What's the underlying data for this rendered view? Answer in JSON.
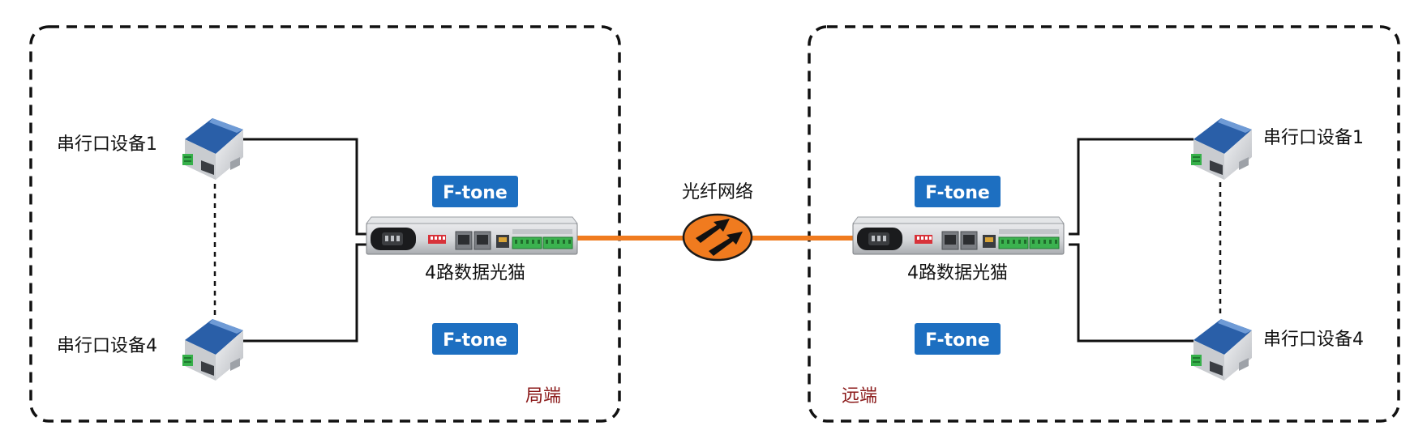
{
  "colors": {
    "fiber": "#f07b1f",
    "brand": "#1d6fc1",
    "site_label": "#8b1a1a",
    "frame": "#111111"
  },
  "network": {
    "label": "光纤网络",
    "icon": "fiber-network-arrows-icon"
  },
  "local_site": {
    "name": "局端",
    "brand_top": "F-tone",
    "brand_bottom": "F-tone",
    "modem_label": "4路数据光猫",
    "device_1": "串行口设备1",
    "device_4": "串行口设备4"
  },
  "remote_site": {
    "name": "远端",
    "brand_top": "F-tone",
    "brand_bottom": "F-tone",
    "modem_label": "4路数据光猫",
    "device_1": "串行口设备1",
    "device_4": "串行口设备4"
  }
}
